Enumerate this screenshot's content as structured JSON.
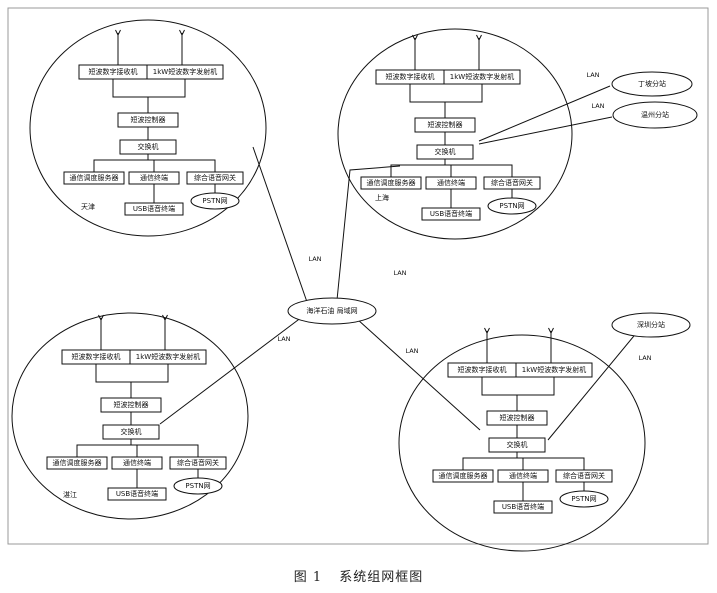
{
  "caption": {
    "figure_no": "图 1",
    "title": "系统组网框图"
  },
  "link_label": "LAN",
  "center_node": "海洋石油 局域网",
  "branches": [
    {
      "label": "丁坡分站"
    },
    {
      "label": "温州分站"
    },
    {
      "label": "深圳分站"
    }
  ],
  "sites": [
    {
      "location": "天津",
      "receiver": "短波数字接收机",
      "transmitter": "1kW短波数字发射机",
      "controller": "短波控制器",
      "switch": "交换机",
      "comm_server": "通信调度服务器",
      "comm_terminal": "通信终端",
      "gateway": "综合语音网关",
      "voice_terminal": "USB语音终端",
      "pstn": "PSTN网"
    },
    {
      "location": "上海",
      "receiver": "短波数字接收机",
      "transmitter": "1kW短波数字发射机",
      "controller": "短波控制器",
      "switch": "交换机",
      "comm_server": "通信调度服务器",
      "comm_terminal": "通信终端",
      "gateway": "综合语音网关",
      "voice_terminal": "USB语音终端",
      "pstn": "PSTN网"
    },
    {
      "location": "湛江",
      "receiver": "短波数字接收机",
      "transmitter": "1kW短波数字发射机",
      "controller": "短波控制器",
      "switch": "交换机",
      "comm_server": "通信调度服务器",
      "comm_terminal": "通信终端",
      "gateway": "综合语音网关",
      "voice_terminal": "USB语音终端",
      "pstn": "PSTN网"
    },
    {
      "location": "",
      "receiver": "短波数字接收机",
      "transmitter": "1kW短波数字发射机",
      "controller": "短波控制器",
      "switch": "交换机",
      "comm_server": "通信调度服务器",
      "comm_terminal": "通信终端",
      "gateway": "综合语音网关",
      "voice_terminal": "USB语音终端",
      "pstn": "PSTN网"
    }
  ]
}
